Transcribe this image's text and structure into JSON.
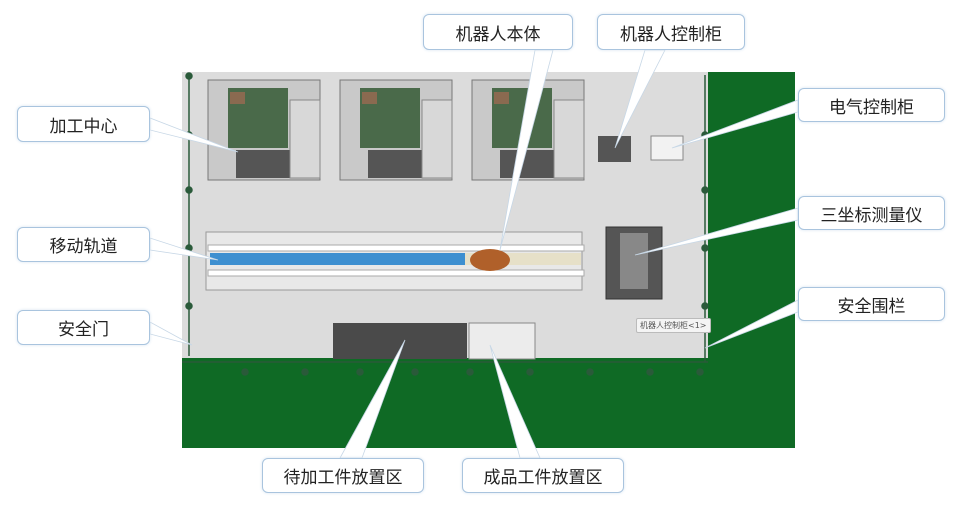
{
  "labels": {
    "robot_body": "机器人本体",
    "robot_cabinet": "机器人控制柜",
    "machining_center": "加工中心",
    "electrical_cabinet": "电气控制柜",
    "moving_track": "移动轨道",
    "cmm": "三坐标测量仪",
    "safety_door": "安全门",
    "safety_fence": "安全围栏",
    "raw_area": "待加工件放置区",
    "finished_area": "成品工件放置区"
  },
  "tooltip": "机器人控制柜<1>",
  "colors": {
    "floor": "#dcdcdc",
    "fence": "#0f6a25",
    "track": "#3d8fd0",
    "robot": "#b0602a"
  }
}
